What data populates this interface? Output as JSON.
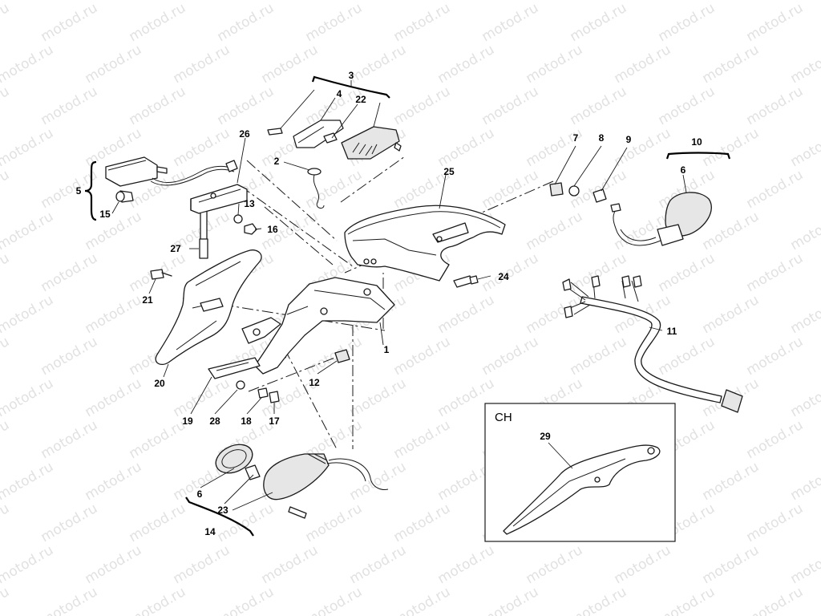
{
  "watermark": "motod.ru",
  "inset_label": "CH",
  "callouts": {
    "c1": "1",
    "c2": "2",
    "c3": "3",
    "c4": "4",
    "c5": "5",
    "c6a": "6",
    "c6b": "6",
    "c7": "7",
    "c8": "8",
    "c9": "9",
    "c10": "10",
    "c11": "11",
    "c12": "12",
    "c13": "13",
    "c14": "14",
    "c15": "15",
    "c16": "16",
    "c17": "17",
    "c18": "18",
    "c19": "19",
    "c20": "20",
    "c21": "21",
    "c22": "22",
    "c23": "23",
    "c24": "24",
    "c25": "25",
    "c26": "26",
    "c27": "27",
    "c28": "28",
    "c29": "29"
  },
  "colors": {
    "line": "#1a1a1a",
    "watermark": "#c9c9c9",
    "background": "#ffffff"
  }
}
